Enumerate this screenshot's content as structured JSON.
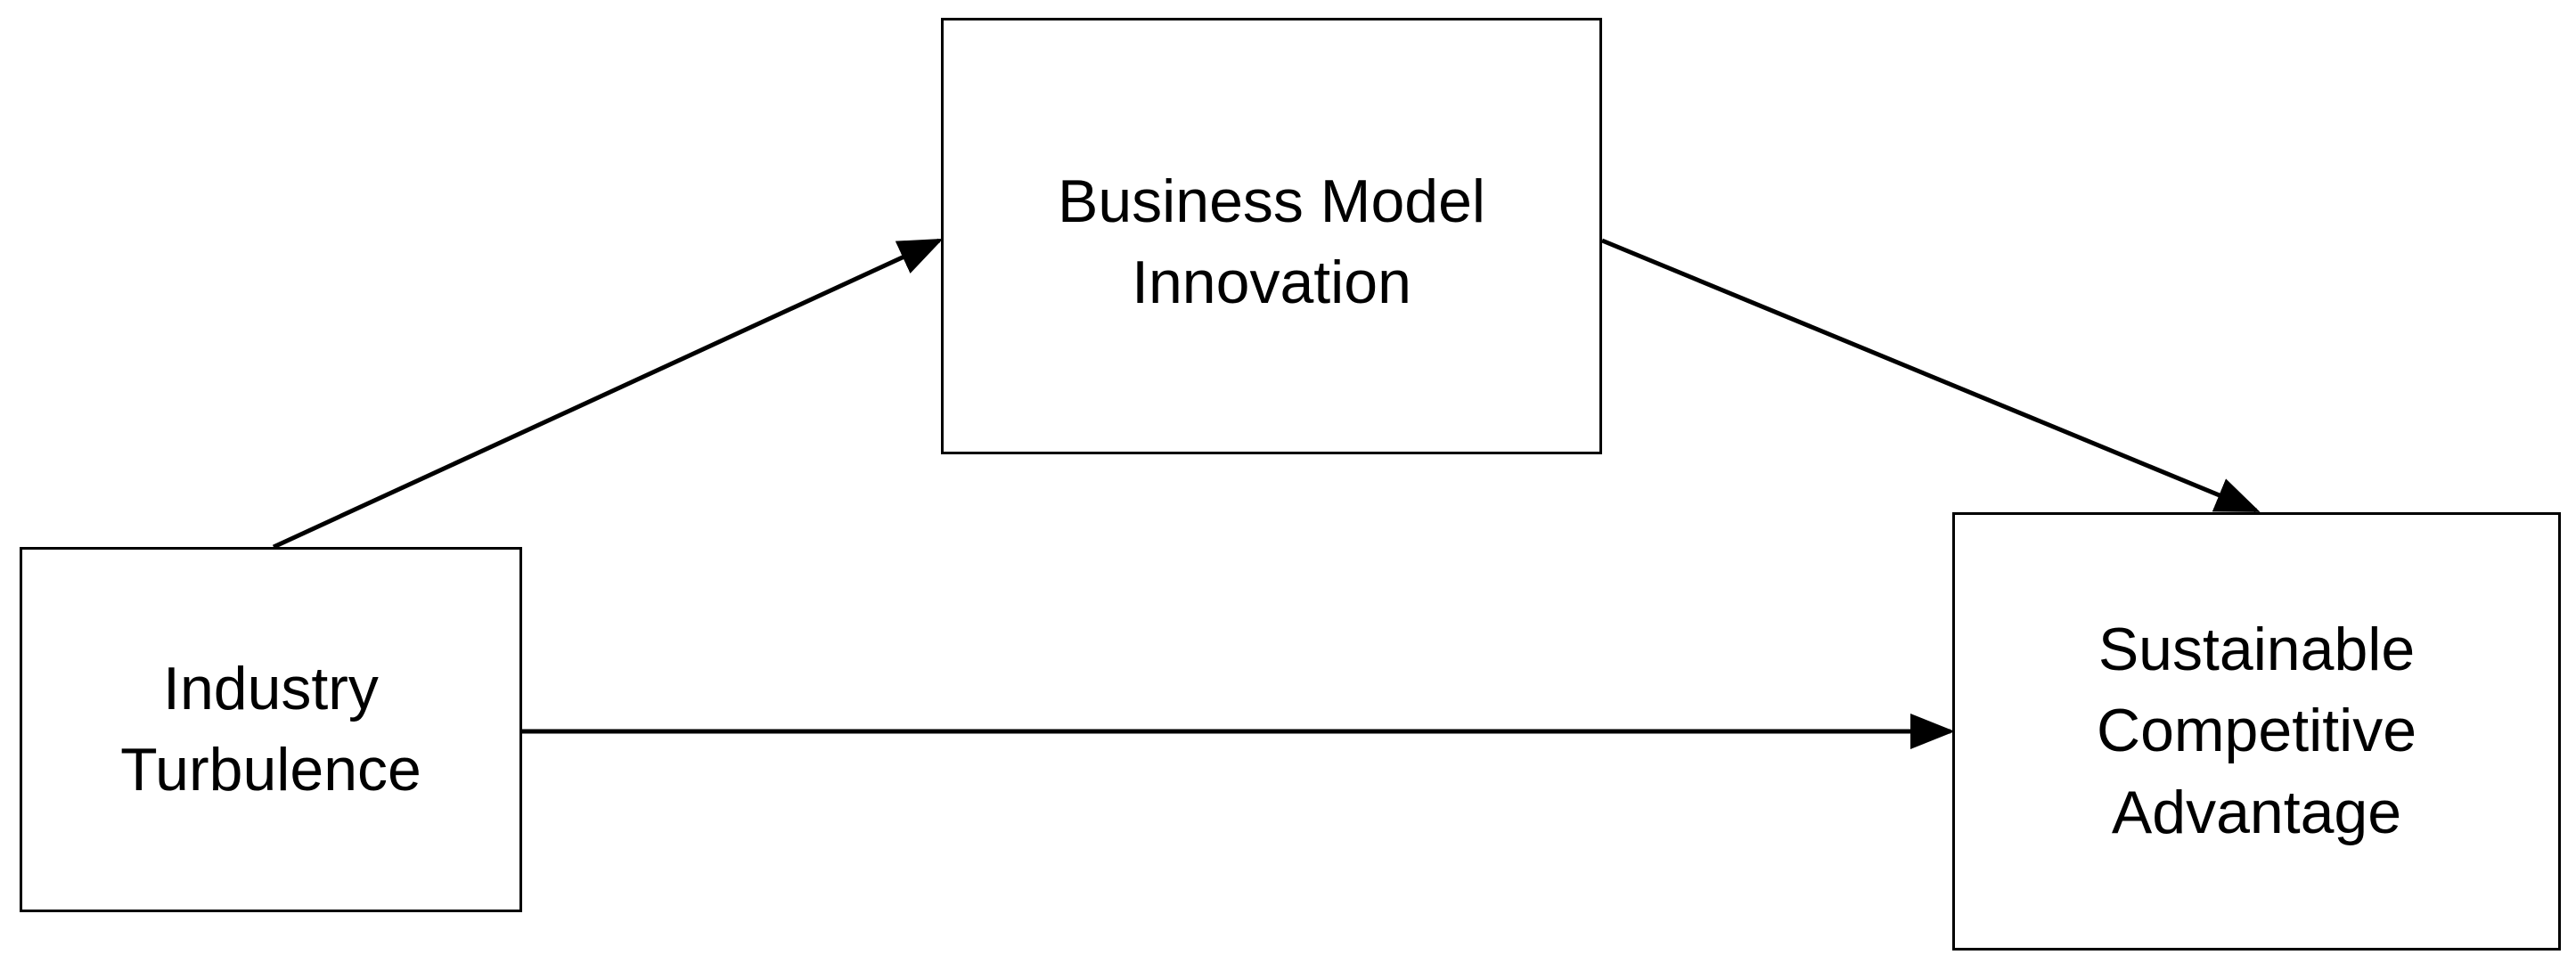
{
  "nodes": {
    "industry_turbulence": {
      "line1": "Industry",
      "line2": "Turbulence"
    },
    "business_model_innovation": {
      "line1": "Business Model",
      "line2": "Innovation"
    },
    "sustainable_competitive_advantage": {
      "line1": "Sustainable",
      "line2": "Competitive",
      "line3": "Advantage"
    }
  },
  "edges": [
    {
      "from": "industry_turbulence",
      "to": "business_model_innovation"
    },
    {
      "from": "business_model_innovation",
      "to": "sustainable_competitive_advantage"
    },
    {
      "from": "industry_turbulence",
      "to": "sustainable_competitive_advantage"
    }
  ],
  "colors": {
    "stroke": "#000000",
    "background": "#ffffff",
    "text": "#000000"
  }
}
